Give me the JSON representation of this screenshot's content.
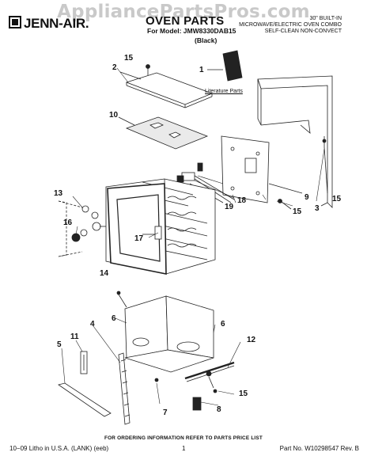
{
  "watermark": "AppliancePartsPros.com",
  "brand": "JENN-AIR.",
  "title": "OVEN PARTS",
  "model_line": "For Model: JMW8330DAB15",
  "color_line": "(Black)",
  "spec_lines": [
    "30\" BUILT-IN",
    "MICROWAVE/ELECTRIC OVEN COMBO",
    "SELF-CLEAN NON-CONVECT"
  ],
  "literature_label": "Literature Parts",
  "callouts": {
    "c1": "1",
    "c2": "2",
    "c15a": "15",
    "c10": "10",
    "c13": "13",
    "c16": "16",
    "c17": "17",
    "c19": "19",
    "c18": "18",
    "c9": "9",
    "c15b": "15",
    "c3": "3",
    "c15c": "15",
    "c14": "14",
    "c6a": "6",
    "c4": "4",
    "c6b": "6",
    "c5": "5",
    "c11": "11",
    "c12": "12",
    "c7": "7",
    "c15d": "15",
    "c8": "8"
  },
  "footer_note": "FOR ORDERING INFORMATION REFER TO PARTS PRICE LIST",
  "footer_left": "10−09 Litho in U.S.A. (LANK) (eeb)",
  "footer_center": "1",
  "footer_right": "Part No. W10298547 Rev. B"
}
